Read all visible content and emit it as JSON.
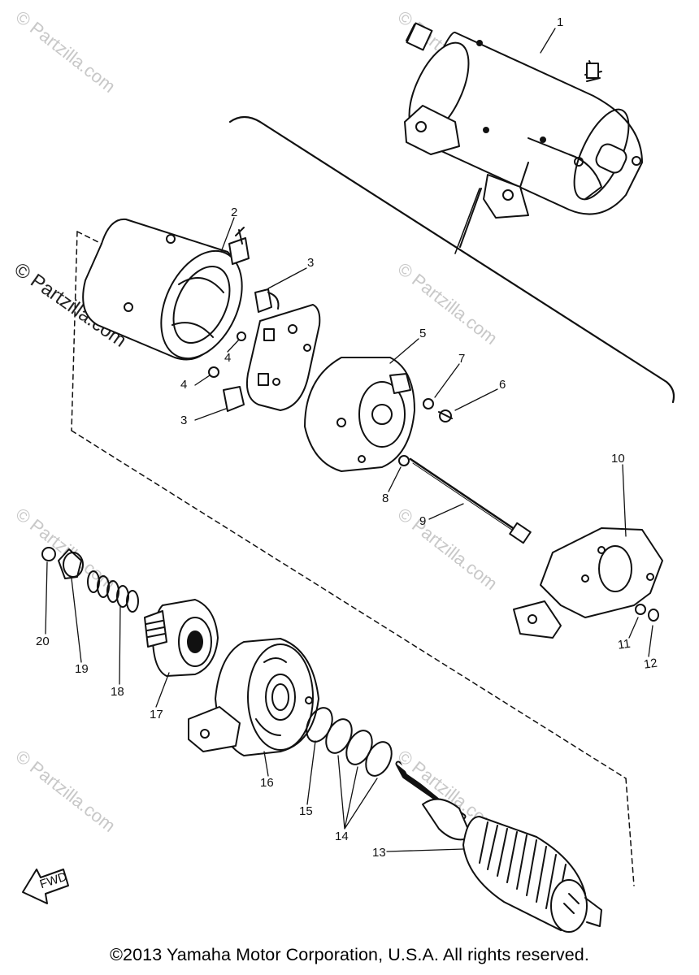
{
  "watermarks": [
    "© Partzilla.com",
    "© Partzilla.com",
    "© Partzilla.com",
    "© Partzilla.com",
    "© Partzilla.com",
    "© Partzilla.com",
    "© Partzilla.com",
    "© Partzilla.com"
  ],
  "callouts": [
    "1",
    "2",
    "3",
    "3",
    "4",
    "4",
    "5",
    "6",
    "7",
    "8",
    "9",
    "10",
    "11",
    "12",
    "13",
    "14",
    "15",
    "16",
    "17",
    "18",
    "19",
    "20"
  ],
  "fwd_label": "FWD",
  "footer": "©2013 Yamaha Motor Corporation, U.S.A. All rights reserved."
}
